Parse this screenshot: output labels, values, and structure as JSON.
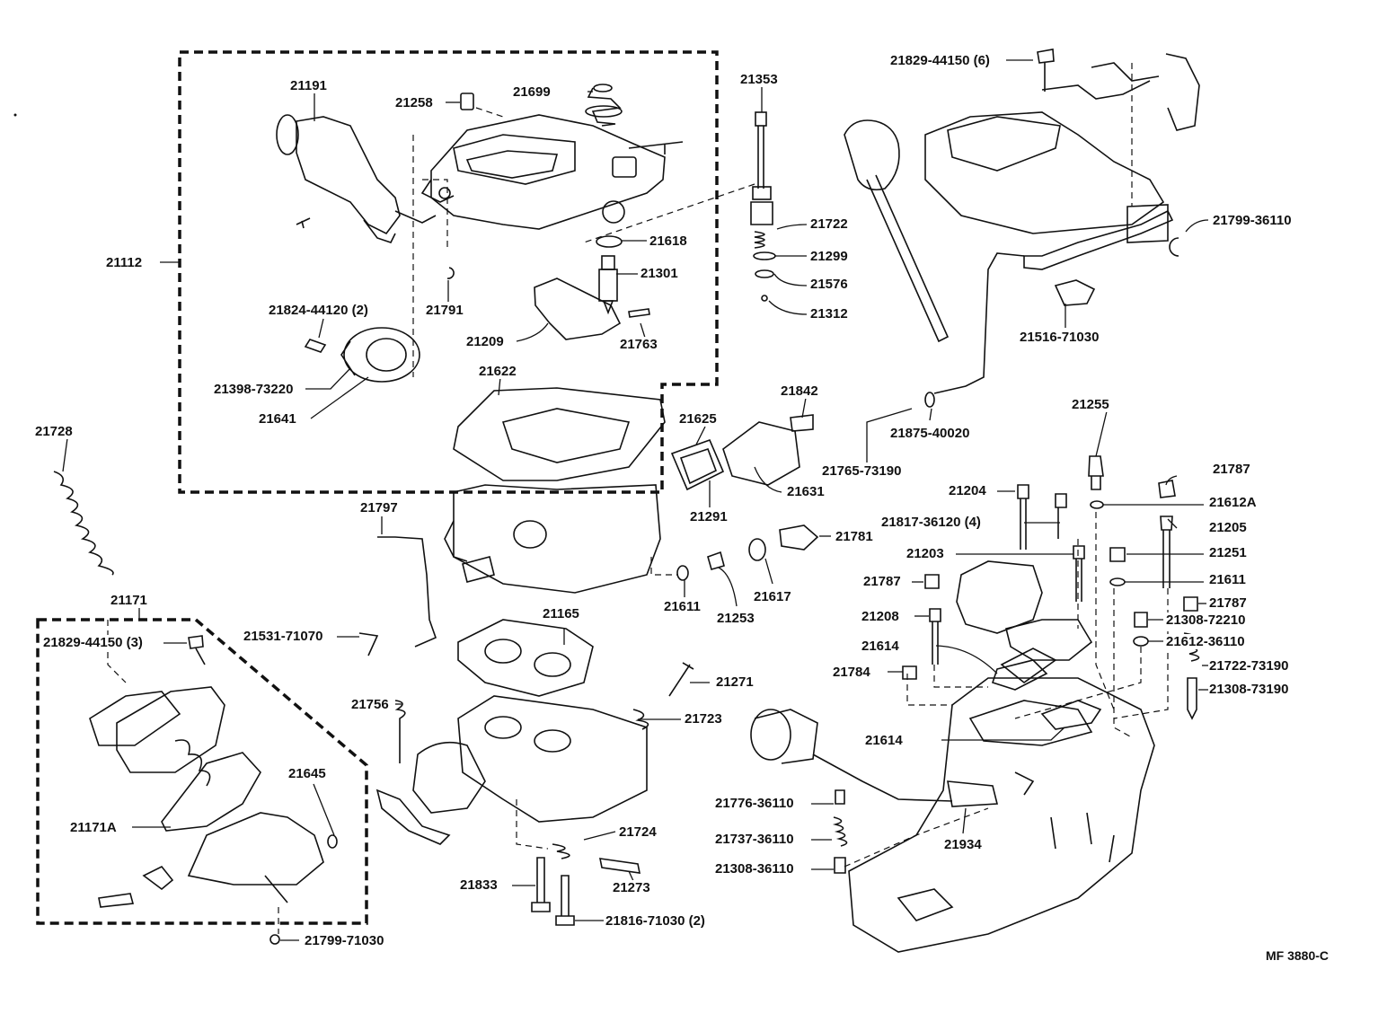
{
  "diagram": {
    "reference_code": "MF 3880-C",
    "parts": [
      {
        "id": "p21191",
        "label": "21191"
      },
      {
        "id": "p21258",
        "label": "21258"
      },
      {
        "id": "p21699",
        "label": "21699"
      },
      {
        "id": "p21353",
        "label": "21353"
      },
      {
        "id": "p21829_44150_6",
        "label": "21829-44150 (6)"
      },
      {
        "id": "p21112",
        "label": "21112"
      },
      {
        "id": "p21722",
        "label": "21722"
      },
      {
        "id": "p21618",
        "label": "21618"
      },
      {
        "id": "p21299",
        "label": "21299"
      },
      {
        "id": "p21301",
        "label": "21301"
      },
      {
        "id": "p21576",
        "label": "21576"
      },
      {
        "id": "p21312",
        "label": "21312"
      },
      {
        "id": "p21799_36110",
        "label": "21799-36110"
      },
      {
        "id": "p21824_44120",
        "label": "21824-44120 (2)"
      },
      {
        "id": "p21791",
        "label": "21791"
      },
      {
        "id": "p21209",
        "label": "21209"
      },
      {
        "id": "p21763",
        "label": "21763"
      },
      {
        "id": "p21516_71030",
        "label": "21516-71030"
      },
      {
        "id": "p21398_73220",
        "label": "21398-73220"
      },
      {
        "id": "p21622",
        "label": "21622"
      },
      {
        "id": "p21641",
        "label": "21641"
      },
      {
        "id": "p21842",
        "label": "21842"
      },
      {
        "id": "p21255",
        "label": "21255"
      },
      {
        "id": "p21728",
        "label": "21728"
      },
      {
        "id": "p21625",
        "label": "21625"
      },
      {
        "id": "p21875_40020",
        "label": "21875-40020"
      },
      {
        "id": "p21765_73190",
        "label": "21765-73190"
      },
      {
        "id": "p21787_a",
        "label": "21787"
      },
      {
        "id": "p21631",
        "label": "21631"
      },
      {
        "id": "p21204",
        "label": "21204"
      },
      {
        "id": "p21612a",
        "label": "21612A"
      },
      {
        "id": "p21291",
        "label": "21291"
      },
      {
        "id": "p21797",
        "label": "21797"
      },
      {
        "id": "p21817_36120",
        "label": "21817-36120 (4)"
      },
      {
        "id": "p21205",
        "label": "21205"
      },
      {
        "id": "p21781",
        "label": "21781"
      },
      {
        "id": "p21203",
        "label": "21203"
      },
      {
        "id": "p21251",
        "label": "21251"
      },
      {
        "id": "p21787_b",
        "label": "21787"
      },
      {
        "id": "p21611_a",
        "label": "21611"
      },
      {
        "id": "p21617",
        "label": "21617"
      },
      {
        "id": "p21611_b",
        "label": "21611"
      },
      {
        "id": "p21253",
        "label": "21253"
      },
      {
        "id": "p21787_c",
        "label": "21787"
      },
      {
        "id": "p21171",
        "label": "21171"
      },
      {
        "id": "p21165",
        "label": "21165"
      },
      {
        "id": "p21208",
        "label": "21208"
      },
      {
        "id": "p21308_72210",
        "label": "21308-72210"
      },
      {
        "id": "p21531_71070",
        "label": "21531-71070"
      },
      {
        "id": "p21829_44150_3",
        "label": "21829-44150 (3)"
      },
      {
        "id": "p21614_a",
        "label": "21614"
      },
      {
        "id": "p21612_36110",
        "label": "21612-36110"
      },
      {
        "id": "p21784",
        "label": "21784"
      },
      {
        "id": "p21722_73190",
        "label": "21722-73190"
      },
      {
        "id": "p21271",
        "label": "21271"
      },
      {
        "id": "p21308_73190",
        "label": "21308-73190"
      },
      {
        "id": "p21756",
        "label": "21756"
      },
      {
        "id": "p21723",
        "label": "21723"
      },
      {
        "id": "p21614_b",
        "label": "21614"
      },
      {
        "id": "p21645",
        "label": "21645"
      },
      {
        "id": "p21776_36110",
        "label": "21776-36110"
      },
      {
        "id": "p21171a",
        "label": "21171A"
      },
      {
        "id": "p21724",
        "label": "21724"
      },
      {
        "id": "p21737_36110",
        "label": "21737-36110"
      },
      {
        "id": "p21934",
        "label": "21934"
      },
      {
        "id": "p21308_36110",
        "label": "21308-36110"
      },
      {
        "id": "p21833",
        "label": "21833"
      },
      {
        "id": "p21273",
        "label": "21273"
      },
      {
        "id": "p21816_71030",
        "label": "21816-71030 (2)"
      },
      {
        "id": "p21799_71030",
        "label": "21799-71030"
      }
    ]
  }
}
